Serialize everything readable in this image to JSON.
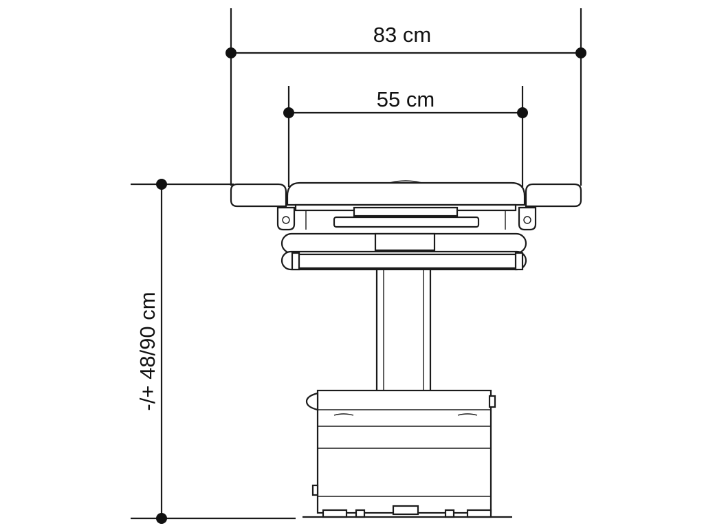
{
  "dimensions": {
    "total_width": "83 cm",
    "top_width": "55 cm",
    "height_range": "-/+ 48/90 cm"
  },
  "colors": {
    "line": "#1a1a1a",
    "background": "#ffffff"
  }
}
